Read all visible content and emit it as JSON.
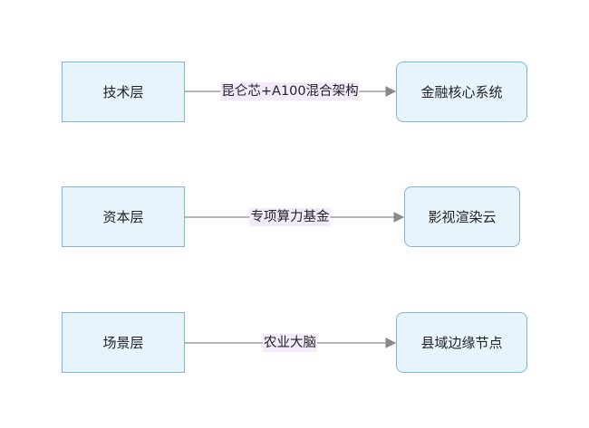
{
  "rows": [
    {
      "source": "技术层",
      "edge_label": "昆仑芯+A100混合架构",
      "target": "金融核心系统"
    },
    {
      "source": "资本层",
      "edge_label": "专项算力基金",
      "target": "影视渲染云"
    },
    {
      "source": "场景层",
      "edge_label": "农业大脑",
      "target": "县域边缘节点"
    }
  ],
  "colors": {
    "node_fill": "#e8f4fc",
    "node_border": "#7fb4e6",
    "edge_line": "#8a8a8a",
    "label_bg": "#f3eafc"
  }
}
